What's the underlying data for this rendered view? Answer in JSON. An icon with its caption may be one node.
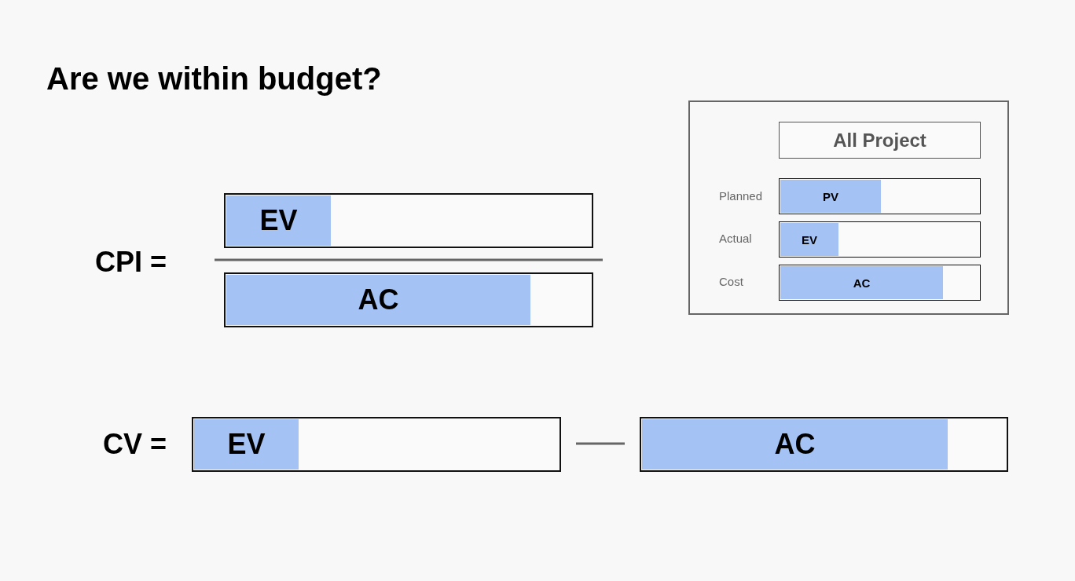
{
  "diagram": {
    "title": "Are we within budget?",
    "nodes": [
      {
        "text": [],
        "shape": "box"
      },
      {
        "text": [
          "All Project"
        ],
        "in": 0
      },
      {
        "text": [
          "PV"
        ],
        "in": 0,
        "beside": [
          "Planned"
        ]
      },
      {
        "text": [
          "EV"
        ],
        "in": 0,
        "beside": [
          "Actual"
        ]
      },
      {
        "text": [
          "AC"
        ],
        "in": 0,
        "beside": [
          "Cost"
        ]
      },
      {
        "text": [
          "EV"
        ]
      },
      {
        "text": [
          "AC"
        ]
      },
      {
        "text": [
          "EV"
        ]
      },
      {
        "text": [
          "AC"
        ]
      }
    ],
    "labels": [
      "CPI =",
      "CV ="
    ]
  }
}
